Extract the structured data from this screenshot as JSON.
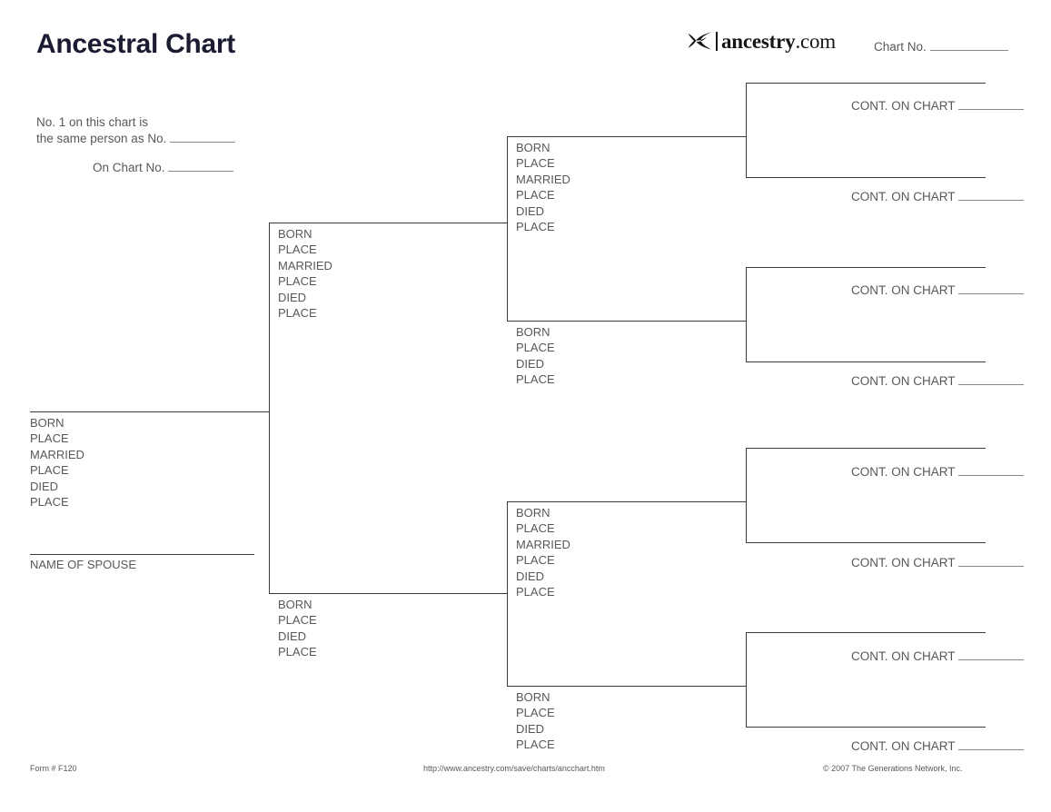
{
  "header": {
    "title": "Ancestral Chart",
    "logo_word_bold": "ancestry",
    "logo_word_rest": ".com",
    "logo_icon": "ancestry-leaf-icon",
    "chart_no_label": "Chart No."
  },
  "note": {
    "line1": "No. 1 on this chart is",
    "line2": "the same person as No.",
    "line3": "On Chart No."
  },
  "labels": {
    "born": "BORN",
    "place": "PLACE",
    "married": "MARRIED",
    "died": "DIED",
    "name_of_spouse": "NAME OF SPOUSE",
    "cont_on_chart": "CONT. ON CHART"
  },
  "person_fields": {
    "with_marriage": [
      "BORN",
      "PLACE",
      "MARRIED",
      "PLACE",
      "DIED",
      "PLACE"
    ],
    "without_marriage": [
      "BORN",
      "PLACE",
      "DIED",
      "PLACE"
    ]
  },
  "generations": {
    "gen1": {
      "name": "person-1",
      "fields": [
        "BORN",
        "PLACE",
        "MARRIED",
        "PLACE",
        "DIED",
        "PLACE"
      ],
      "spouse_label": "NAME OF SPOUSE"
    },
    "gen2": [
      {
        "name": "person-2-father",
        "fields": [
          "BORN",
          "PLACE",
          "MARRIED",
          "PLACE",
          "DIED",
          "PLACE"
        ]
      },
      {
        "name": "person-3-mother",
        "fields": [
          "BORN",
          "PLACE",
          "DIED",
          "PLACE"
        ]
      }
    ],
    "gen3": [
      {
        "name": "person-4",
        "fields": [
          "BORN",
          "PLACE",
          "MARRIED",
          "PLACE",
          "DIED",
          "PLACE"
        ]
      },
      {
        "name": "person-5",
        "fields": [
          "BORN",
          "PLACE",
          "DIED",
          "PLACE"
        ]
      },
      {
        "name": "person-6",
        "fields": [
          "BORN",
          "PLACE",
          "MARRIED",
          "PLACE",
          "DIED",
          "PLACE"
        ]
      },
      {
        "name": "person-7",
        "fields": [
          "BORN",
          "PLACE",
          "DIED",
          "PLACE"
        ]
      }
    ],
    "gen4": [
      {
        "name": "person-8",
        "label": "CONT. ON CHART"
      },
      {
        "name": "person-9",
        "label": "CONT. ON CHART"
      },
      {
        "name": "person-10",
        "label": "CONT. ON CHART"
      },
      {
        "name": "person-11",
        "label": "CONT. ON CHART"
      },
      {
        "name": "person-12",
        "label": "CONT. ON CHART"
      },
      {
        "name": "person-13",
        "label": "CONT. ON CHART"
      },
      {
        "name": "person-14",
        "label": "CONT. ON CHART"
      },
      {
        "name": "person-15",
        "label": "CONT. ON CHART"
      }
    ]
  },
  "footer": {
    "form": "Form # F120",
    "url": "http://www.ancestry.com/save/charts/ancchart.htm",
    "copyright": "© 2007 The Generations Network, Inc."
  },
  "colors": {
    "text": "#58585b",
    "title": "#1b1b32",
    "rule": "#3b3b3d",
    "blank_rule": "#8a8a8e",
    "background": "#ffffff"
  }
}
